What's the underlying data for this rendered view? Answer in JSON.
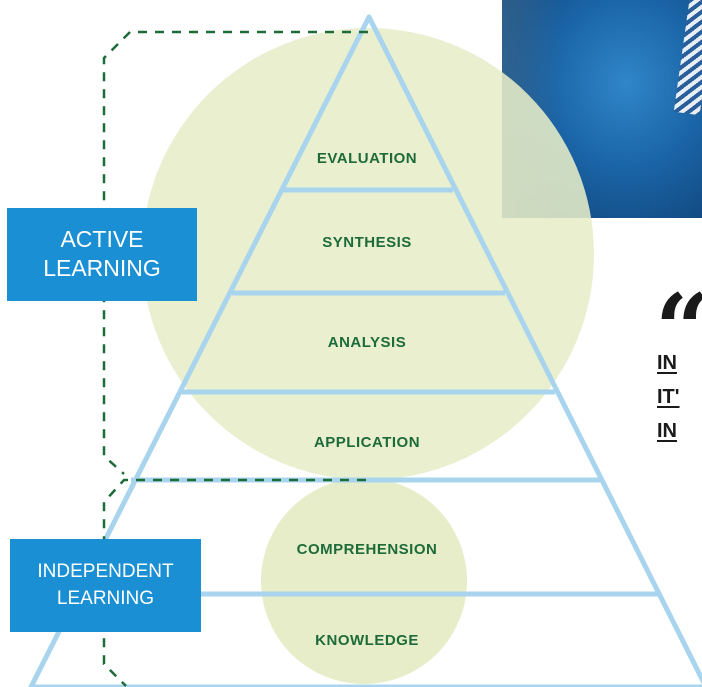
{
  "pyramid_levels": [
    {
      "label": "EVALUATION"
    },
    {
      "label": "SYNTHESIS"
    },
    {
      "label": "ANALYSIS"
    },
    {
      "label": "APPLICATION"
    },
    {
      "label": "COMPREHENSION"
    },
    {
      "label": "KNOWLEDGE"
    }
  ],
  "groups": {
    "active": {
      "line1": "ACTIVE",
      "line2": "LEARNING"
    },
    "independent": {
      "line1": "INDEPENDENT",
      "line2": "LEARNING"
    }
  },
  "quote": {
    "lines": [
      "IN",
      "IT'",
      "IN"
    ]
  },
  "colors": {
    "pyramid_line": "#a8d4ee",
    "circle_fill": "#e6edc8",
    "label_text": "#1e6b3a",
    "box_fill": "#1a8fd4",
    "dashed_bracket": "#1e6b3a"
  }
}
